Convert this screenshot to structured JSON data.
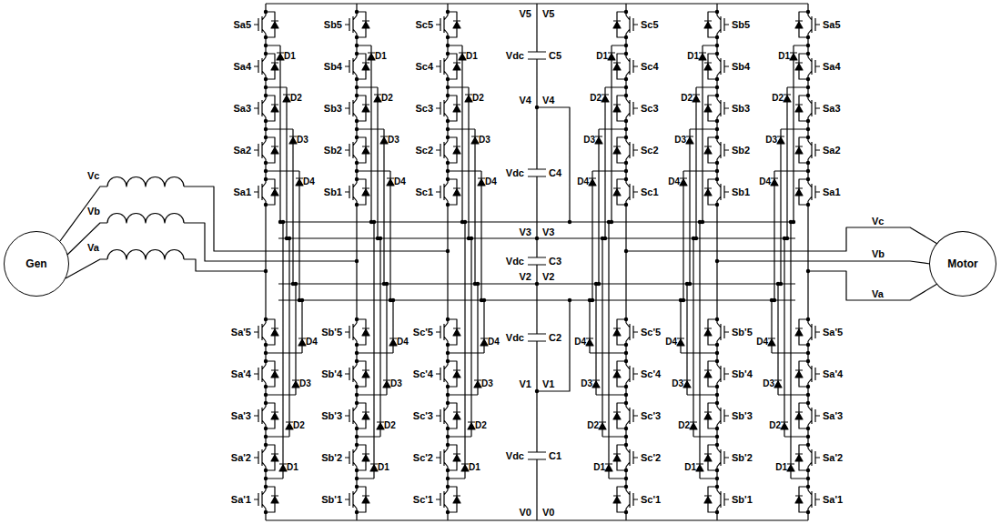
{
  "diagram": {
    "nodes": [
      {
        "text": [
          "Gen"
        ]
      },
      {
        "text": [
          "Motor"
        ]
      }
    ],
    "labels": [
      "Vc",
      "Vb",
      "Va",
      "Sa5",
      "Sa4",
      "Sa3",
      "Sa2",
      "Sa1",
      "D1",
      "D2",
      "D3",
      "D4",
      "Sa'5",
      "Sa'4",
      "Sa'3",
      "Sa'2",
      "Sa'1",
      "D4",
      "D3",
      "D2",
      "D1",
      "Sb5",
      "Sb4",
      "Sb3",
      "Sb2",
      "Sb1",
      "D1",
      "D2",
      "D3",
      "D4",
      "Sb'5",
      "Sb'4",
      "Sb'3",
      "Sb'2",
      "Sb'1",
      "D4",
      "D3",
      "D2",
      "D1",
      "Sc5",
      "Sc4",
      "Sc3",
      "Sc2",
      "Sc1",
      "D1",
      "D2",
      "D3",
      "D4",
      "Sc'5",
      "Sc'4",
      "Sc'3",
      "Sc'2",
      "Sc'1",
      "D4",
      "D3",
      "D2",
      "D1",
      "V5",
      "V5",
      "V4",
      "V4",
      "V3",
      "V3",
      "V2",
      "V2",
      "V1",
      "V1",
      "V0",
      "V0",
      "Vdc",
      "C5",
      "Vdc",
      "C4",
      "Vdc",
      "C3",
      "Vdc",
      "C2",
      "Vdc",
      "C1",
      "Sc5",
      "Sc4",
      "Sc3",
      "Sc2",
      "Sc1",
      "D1",
      "D2",
      "D3",
      "D4",
      "Sc'5",
      "Sc'4",
      "Sc'3",
      "Sc'2",
      "Sc'1",
      "D4",
      "D3",
      "D2",
      "D1",
      "Sb5",
      "Sb4",
      "Sb3",
      "Sb2",
      "Sb1",
      "D1",
      "D2",
      "D3",
      "D4",
      "Sb'5",
      "Sb'4",
      "Sb'3",
      "Sb'2",
      "Sb'1",
      "D4",
      "D3",
      "D2",
      "D1",
      "Sa5",
      "Sa4",
      "Sa3",
      "Sa2",
      "Sa1",
      "D1",
      "D2",
      "D3",
      "D4",
      "Sa'5",
      "Sa'4",
      "Sa'3",
      "Sa'2",
      "Sa'1",
      "D4",
      "D3",
      "D2",
      "D1",
      "Vc",
      "Vb",
      "Va"
    ]
  }
}
